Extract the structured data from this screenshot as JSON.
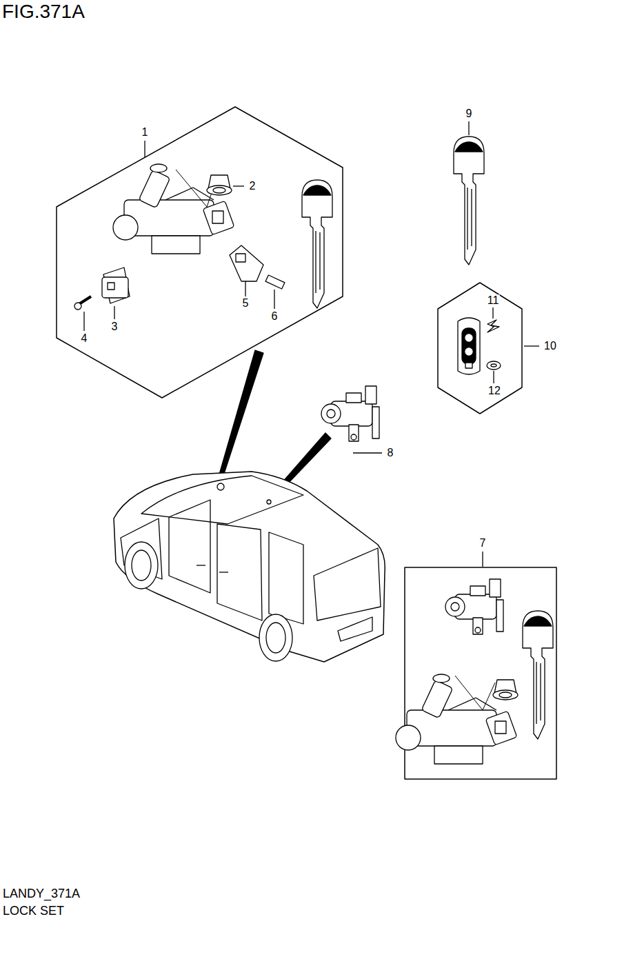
{
  "diagram": {
    "title": "FIG.371A",
    "labels": [
      "1",
      "2",
      "3",
      "4",
      "5",
      "6",
      "7",
      "8",
      "9",
      "10",
      "11",
      "12",
      "LANDY_371A",
      "LOCK SET"
    ]
  }
}
